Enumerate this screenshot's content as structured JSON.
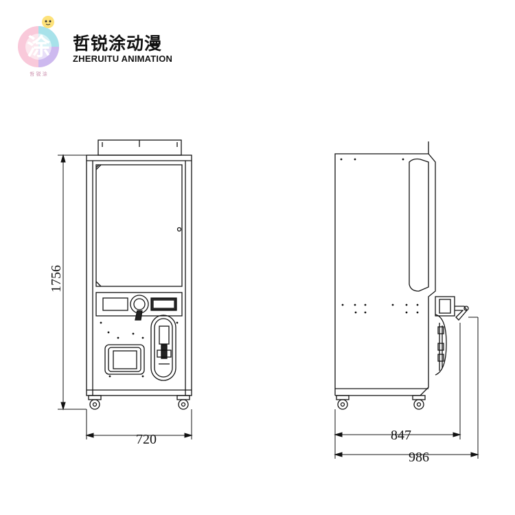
{
  "brand": {
    "name_cn": "哲锐涂动漫",
    "name_en": "ZHERUITU ANIMATION",
    "logo_glyph": "涂",
    "logo_caption": "哲 锐 涂",
    "logo_colors": [
      "#f7c6d8",
      "#9de3e8",
      "#fde27a",
      "#c9b6ee"
    ]
  },
  "dimensions": {
    "height": "1756",
    "front_width": "720",
    "side_depth": "847",
    "side_total_depth": "986"
  },
  "views": [
    "front-view",
    "side-view"
  ]
}
